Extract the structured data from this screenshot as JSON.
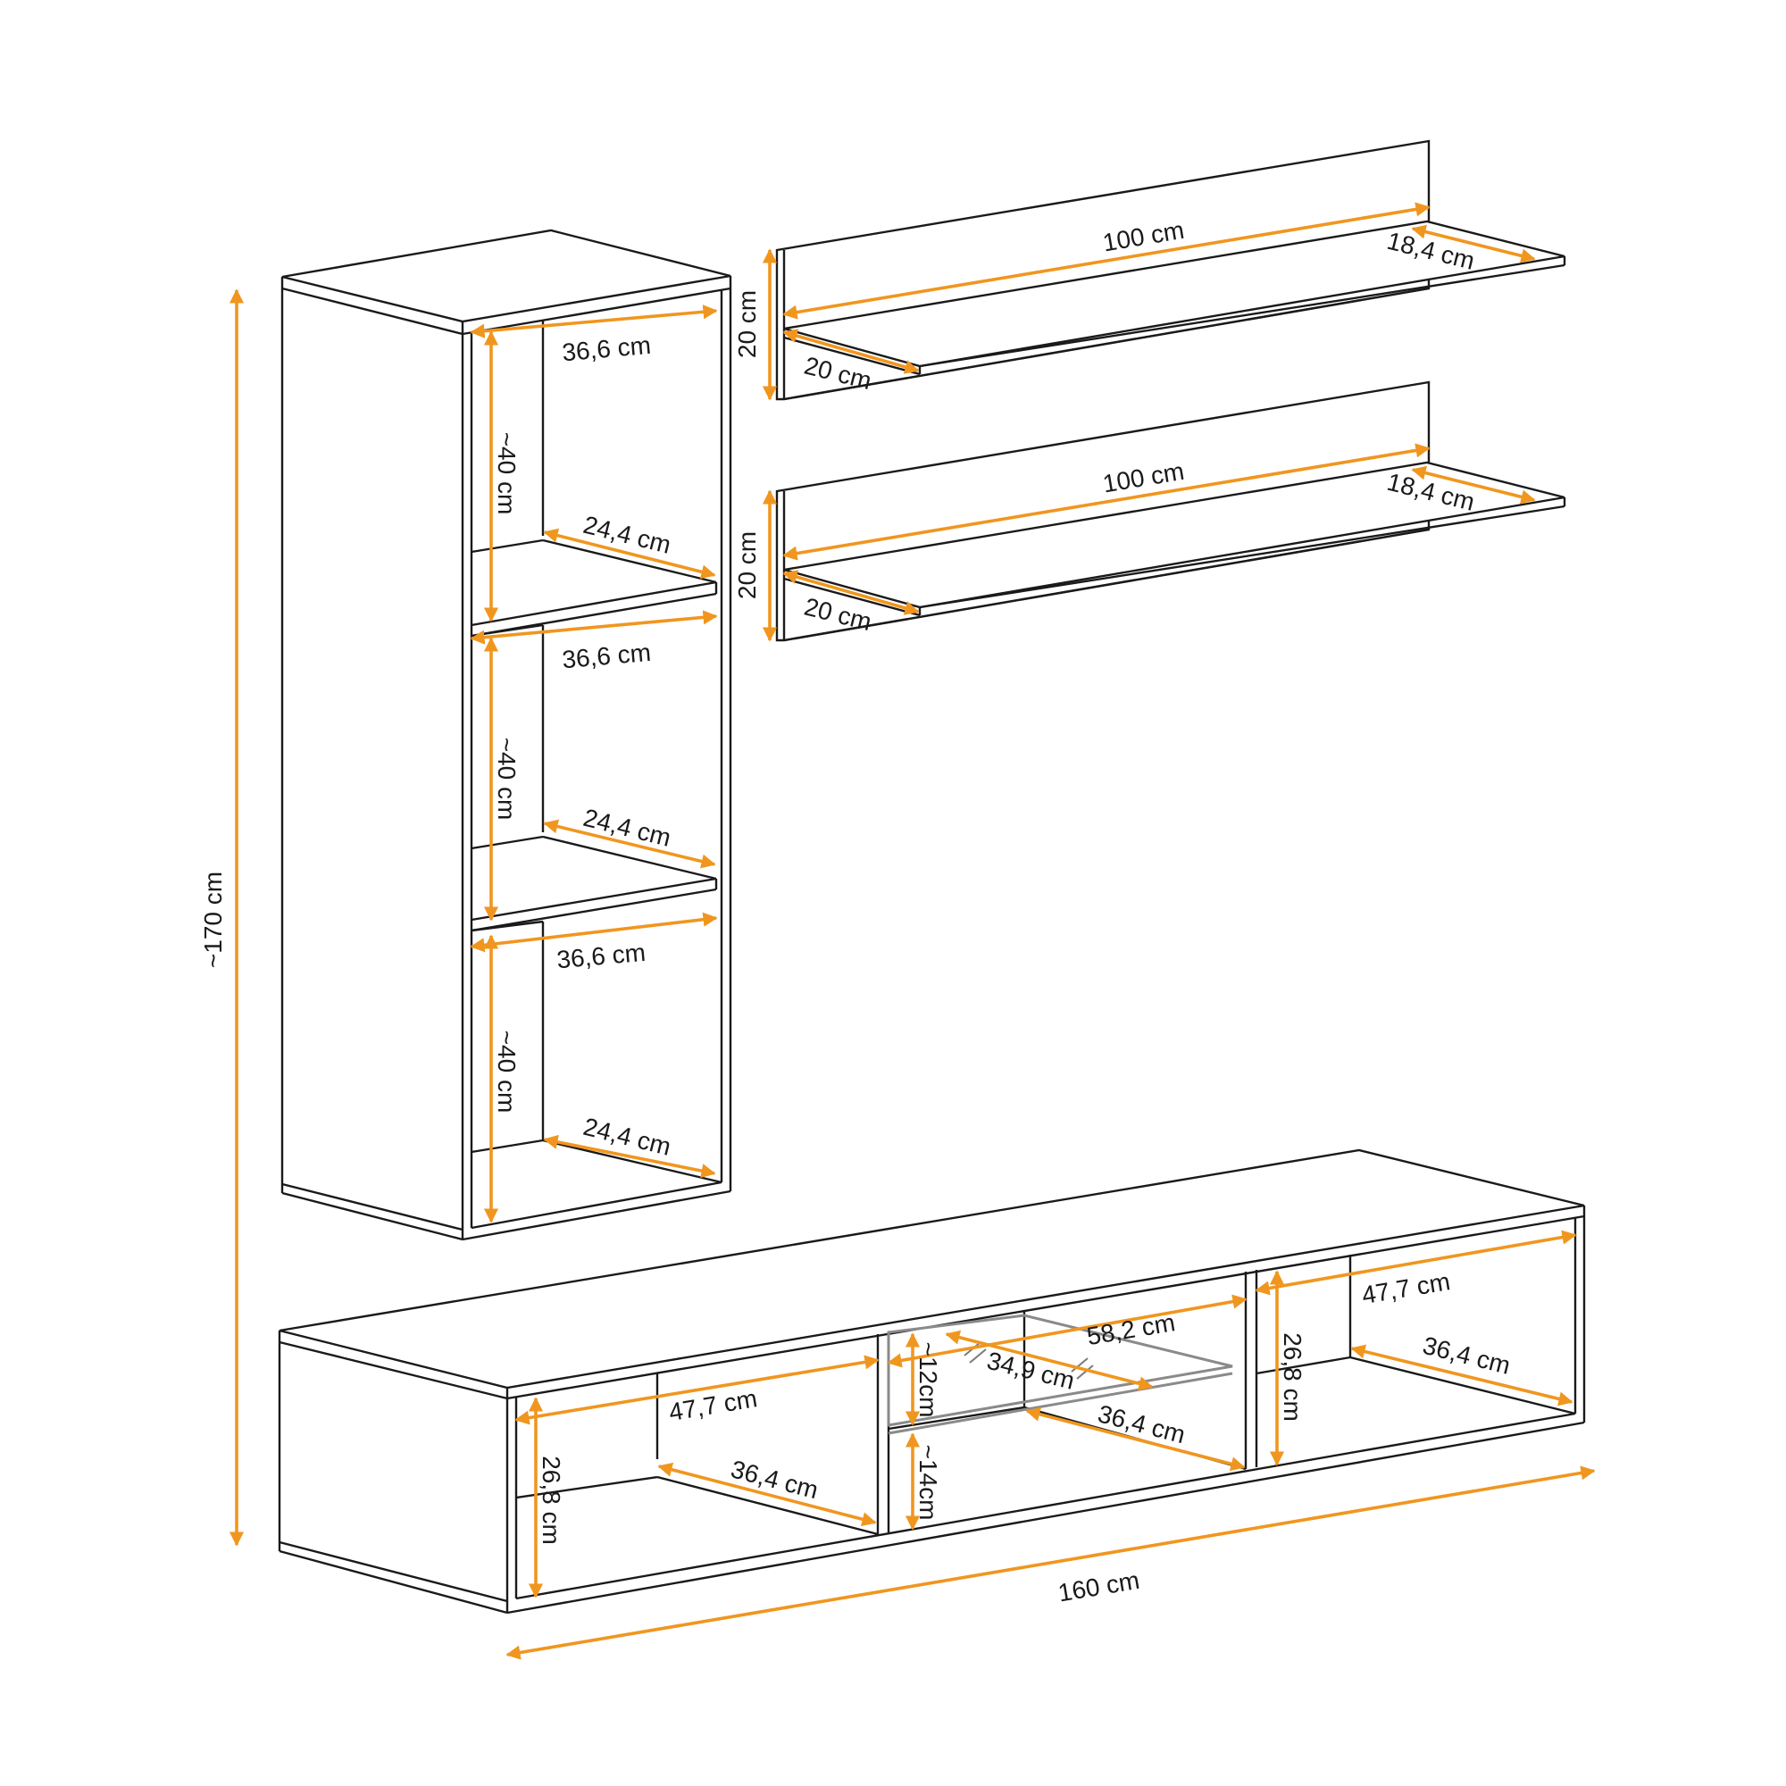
{
  "colors": {
    "dimension": "#f0961f",
    "line": "#1a1a1a",
    "glass": "#8a8a8a",
    "background": "#ffffff"
  },
  "overall": {
    "height": "~170 cm",
    "tv_width": "160 cm"
  },
  "shelves": [
    {
      "length": "100 cm",
      "depth": "18,4 cm",
      "height": "20 cm",
      "back_depth": "20 cm"
    },
    {
      "length": "100 cm",
      "depth": "18,4 cm",
      "height": "20 cm",
      "back_depth": "20 cm"
    }
  ],
  "tall_cabinet": {
    "compartments": [
      {
        "width": "36,6 cm",
        "height": "~40 cm",
        "depth": "24,4 cm"
      },
      {
        "width": "36,6 cm",
        "height": "~40 cm",
        "depth": "24,4 cm"
      },
      {
        "width": "36,6 cm",
        "height": "~40 cm",
        "depth": "24,4 cm"
      }
    ]
  },
  "tv_unit": {
    "left": {
      "width": "47,7 cm",
      "height": "26,8 cm",
      "depth": "36,4 cm"
    },
    "middle": {
      "width": "58,2 cm",
      "glass_depth": "34,9 cm",
      "upper_height": "~12cm",
      "lower_height": "~14cm",
      "depth": "36,4 cm"
    },
    "right": {
      "width": "47,7 cm",
      "height": "26,8 cm",
      "depth": "36,4 cm"
    }
  }
}
